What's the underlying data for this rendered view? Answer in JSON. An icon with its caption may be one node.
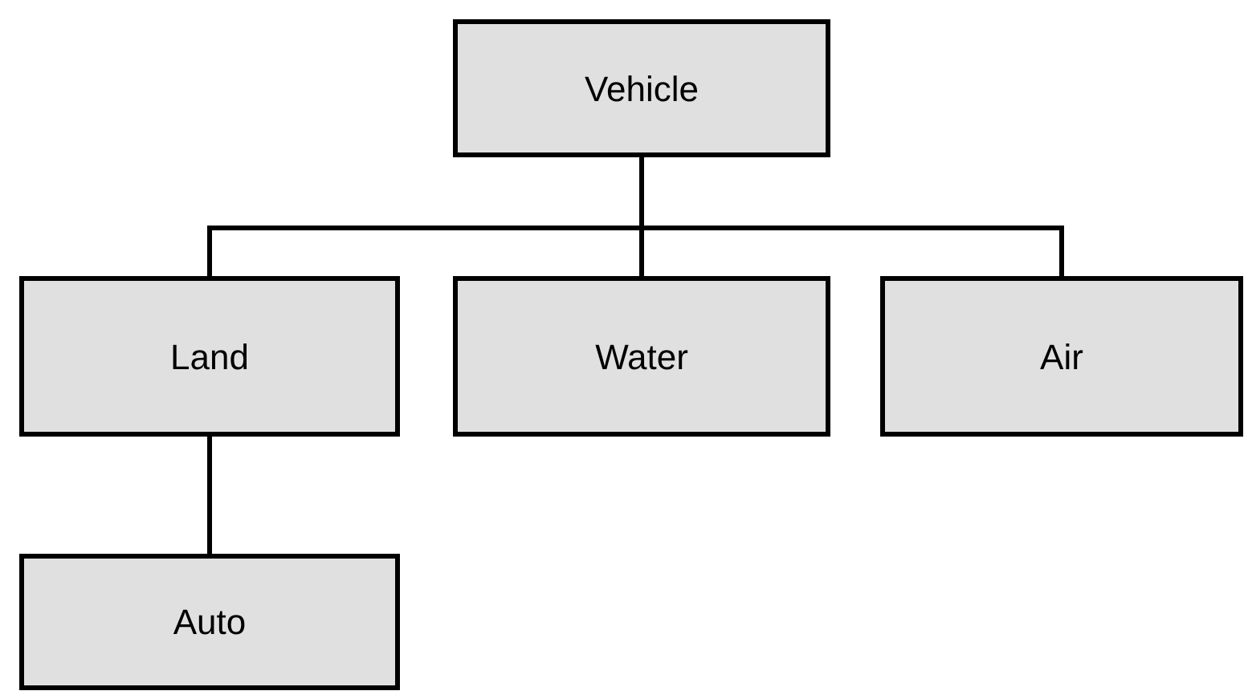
{
  "diagram": {
    "nodes": [
      {
        "text": [
          "Vehicle"
        ]
      },
      {
        "text": [
          "Land"
        ]
      },
      {
        "text": [
          "Water"
        ]
      },
      {
        "text": [
          "Air"
        ]
      },
      {
        "text": [
          "Auto"
        ]
      }
    ],
    "edges": [
      {
        "from": 0,
        "to": 1,
        "arrow": "none"
      },
      {
        "from": 0,
        "to": 2,
        "arrow": "none"
      },
      {
        "from": 0,
        "to": 3,
        "arrow": "none"
      },
      {
        "from": 1,
        "to": 4,
        "arrow": "none"
      }
    ]
  }
}
